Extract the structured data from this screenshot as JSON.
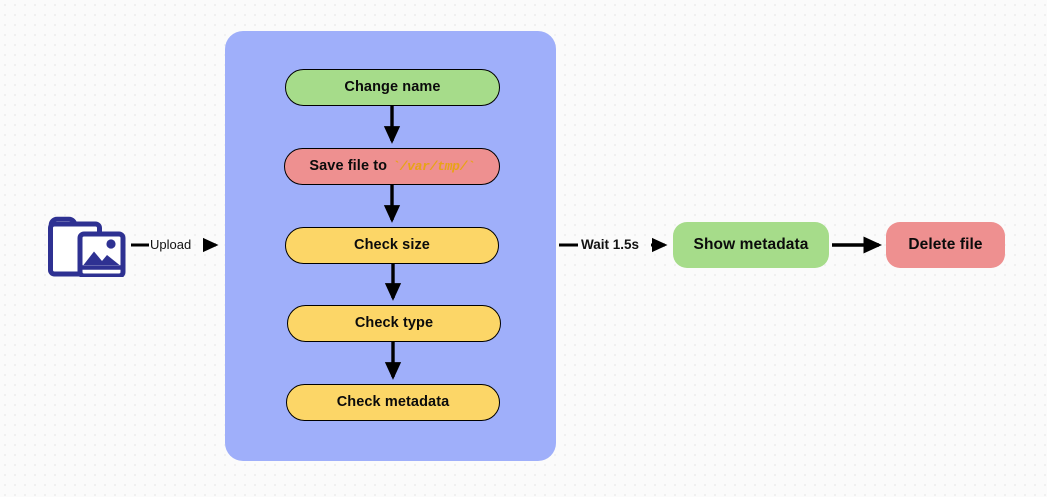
{
  "diagram": {
    "type": "flowchart",
    "direction": "left-to-right",
    "background_color": "#fbfbfb",
    "grid": "dotted",
    "source_icon": {
      "name": "file-image-icon",
      "label": "file with image",
      "color": "#2E3192"
    },
    "subgraph": {
      "name": "validation-pipeline",
      "fill_color": "#9FAFFA",
      "label": ""
    },
    "nodes": [
      {
        "id": "change-name",
        "label": "Change name",
        "color": "#A6DC8A",
        "group": "subgraph",
        "bordered": true
      },
      {
        "id": "save-file",
        "label": "Save file to",
        "code": "`/var/tmp/`",
        "color": "#EE9090",
        "code_color": "#E8A317",
        "group": "subgraph",
        "bordered": true
      },
      {
        "id": "check-size",
        "label": "Check size",
        "color": "#FCD667",
        "group": "subgraph",
        "bordered": true
      },
      {
        "id": "check-type",
        "label": "Check type",
        "color": "#FCD667",
        "group": "subgraph",
        "bordered": true
      },
      {
        "id": "check-metadata",
        "label": "Check metadata",
        "color": "#FCD667",
        "group": "subgraph",
        "bordered": true
      },
      {
        "id": "show-metadata",
        "label": "Show metadata",
        "color": "#A6DC8A",
        "group": "outer",
        "bordered": false
      },
      {
        "id": "delete-file",
        "label": "Delete file",
        "color": "#EE9090",
        "group": "outer",
        "bordered": false
      }
    ],
    "edges": [
      {
        "id": "upload-edge",
        "from": "file-image-icon",
        "to": "check-size",
        "label": "Upload"
      },
      {
        "id": "change-to-save",
        "from": "change-name",
        "to": "save-file",
        "label": ""
      },
      {
        "id": "save-to-size",
        "from": "save-file",
        "to": "check-size",
        "label": ""
      },
      {
        "id": "size-to-type",
        "from": "check-size",
        "to": "check-type",
        "label": ""
      },
      {
        "id": "type-to-meta",
        "from": "check-type",
        "to": "check-metadata",
        "label": ""
      },
      {
        "id": "wait-edge",
        "from": "check-size",
        "to": "show-metadata",
        "label": "Wait 1.5s"
      },
      {
        "id": "meta-to-delete",
        "from": "show-metadata",
        "to": "delete-file",
        "label": ""
      }
    ]
  }
}
